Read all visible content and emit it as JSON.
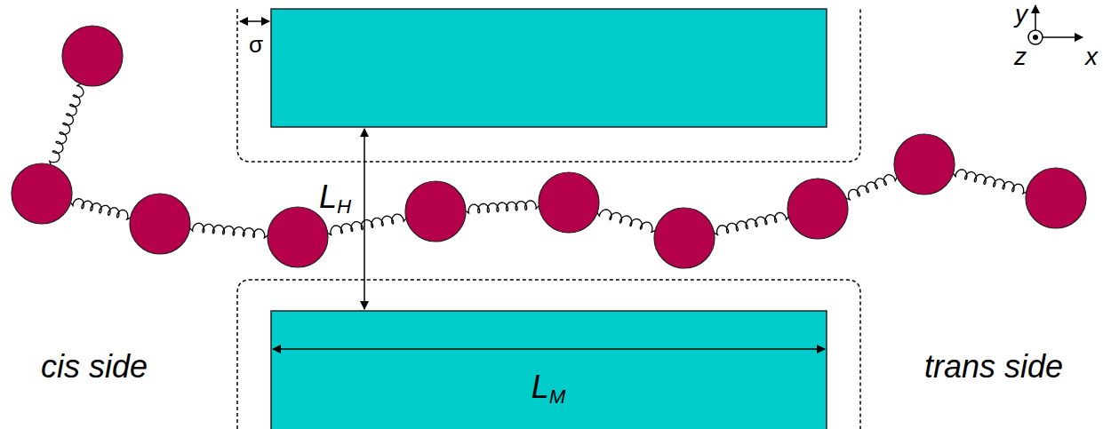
{
  "diagram": {
    "labels": [
      "σ",
      "LH",
      "LM",
      "cis side",
      "trans side",
      "y",
      "z",
      "x"
    ]
  }
}
